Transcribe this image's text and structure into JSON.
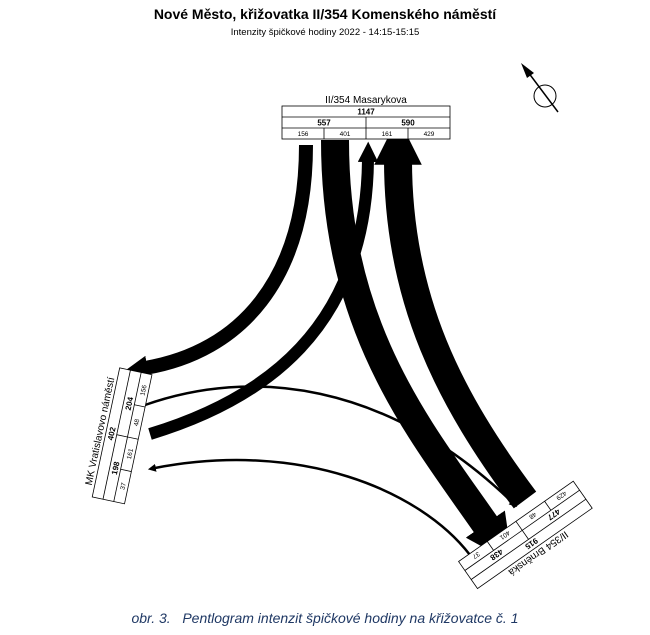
{
  "title": "Nové Město, křižovatka II/354 Komenského náměstí",
  "subtitle": "Intenzity špičkové hodiny 2022 - 14:15-15:15",
  "caption": "obr. 3.   Pentlogram intenzit špičkové hodiny na křižovatce č. 1",
  "north_arrow_icon": "north-arrow-icon",
  "arms": {
    "north": {
      "name": "II/354 Masarykova",
      "total": "1147",
      "groups": [
        {
          "sum": "557",
          "cells": [
            "156",
            "401"
          ]
        },
        {
          "sum": "590",
          "cells": [
            "161",
            "429"
          ]
        }
      ]
    },
    "west": {
      "name": "MK Vratislavovo náměstí",
      "total": "402",
      "groups": [
        {
          "sum": "198",
          "cells": [
            "37",
            "161"
          ]
        },
        {
          "sum": "204",
          "cells": [
            "48",
            "156"
          ]
        }
      ]
    },
    "southeast": {
      "name": "II/354 Brněnská",
      "total": "915",
      "groups": [
        {
          "sum": "477",
          "cells": [
            "429",
            "48"
          ]
        },
        {
          "sum": "438",
          "cells": [
            "401",
            "37"
          ]
        }
      ]
    }
  },
  "flows": [
    {
      "from": "Masarykova",
      "to": "Vratislavovo náměstí",
      "value": 156
    },
    {
      "from": "Masarykova",
      "to": "Brněnská",
      "value": 401
    },
    {
      "from": "Vratislavovo náměstí",
      "to": "Masarykova",
      "value": 161
    },
    {
      "from": "Brněnská",
      "to": "Masarykova",
      "value": 429
    },
    {
      "from": "Vratislavovo náměstí",
      "to": "Brněnská",
      "value": 48
    },
    {
      "from": "Brněnská",
      "to": "Vratislavovo náměstí",
      "value": 37
    }
  ]
}
